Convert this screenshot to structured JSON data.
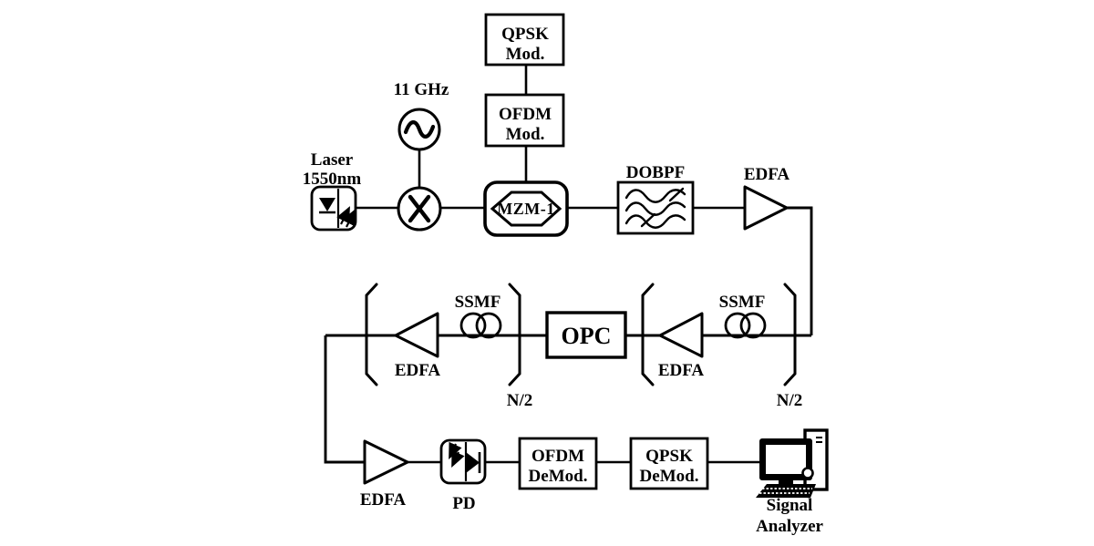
{
  "colors": {
    "ink": "#000000",
    "background": "#ffffff"
  },
  "blocks": {
    "laser": {
      "label": "Laser",
      "wavelength": "1550nm"
    },
    "oscillator": {
      "label": "11 GHz"
    },
    "qpsk_mod": {
      "line1": "QPSK",
      "line2": "Mod."
    },
    "ofdm_mod": {
      "line1": "OFDM",
      "line2": "Mod."
    },
    "mzm": {
      "label": "MZM-1"
    },
    "dobpf": {
      "label": "DOBPF"
    },
    "edfa_link": {
      "label": "EDFA"
    },
    "loop_left": {
      "fiber": "SSMF",
      "amp": "EDFA",
      "spans": "N/2"
    },
    "opc": {
      "label": "OPC"
    },
    "loop_right": {
      "fiber": "SSMF",
      "amp": "EDFA",
      "spans": "N/2"
    },
    "edfa_receiver": {
      "label": "EDFA"
    },
    "pd": {
      "label": "PD"
    },
    "ofdm_demod": {
      "line1": "OFDM",
      "line2": "DeMod."
    },
    "qpsk_demod": {
      "line1": "QPSK",
      "line2": "DeMod."
    },
    "signal_analyzer": {
      "line1": "Signal",
      "line2": "Analyzer"
    }
  },
  "icons": {
    "laser_diode": "laser-diode-symbol",
    "oscillator": "sine-wave-symbol",
    "mixer": "x-cross-symbol",
    "bandpass_filter": "triple-wave-symbol",
    "amplifier": "triangle-symbol",
    "fiber_coil": "double-loop-symbol",
    "opc_conjugator": "rectangle-symbol",
    "photodiode": "photodiode-symbol",
    "computer": "desktop-computer-symbol"
  }
}
